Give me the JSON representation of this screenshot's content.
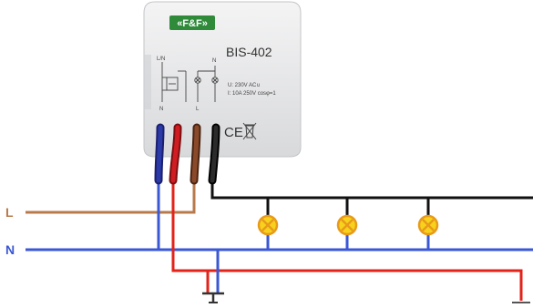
{
  "device": {
    "brand": "«F&F»",
    "model": "BIS-402",
    "spec_voltage": "U: 230V AC∪",
    "spec_current": "I: 10A 250V cosφ=1",
    "ce_mark": "CE",
    "terminals": {
      "ln_top": "L/N",
      "n_top": "N",
      "n_bottom": "N",
      "l_bottom": "L"
    }
  },
  "lines": {
    "l_label": "L",
    "n_label": "N"
  },
  "colors": {
    "brand_green": "#2f8a3a",
    "live_brown": "#b87a4b",
    "neutral_blue": "#3a57d6",
    "switch_red": "#e2231a",
    "load_black": "#111111",
    "lamp_yellow": "#f7d21c",
    "lamp_orange": "#e89a1a"
  },
  "icons": [
    "weee-bin-icon",
    "ce-mark-icon",
    "lamp-icon",
    "ground-icon"
  ]
}
